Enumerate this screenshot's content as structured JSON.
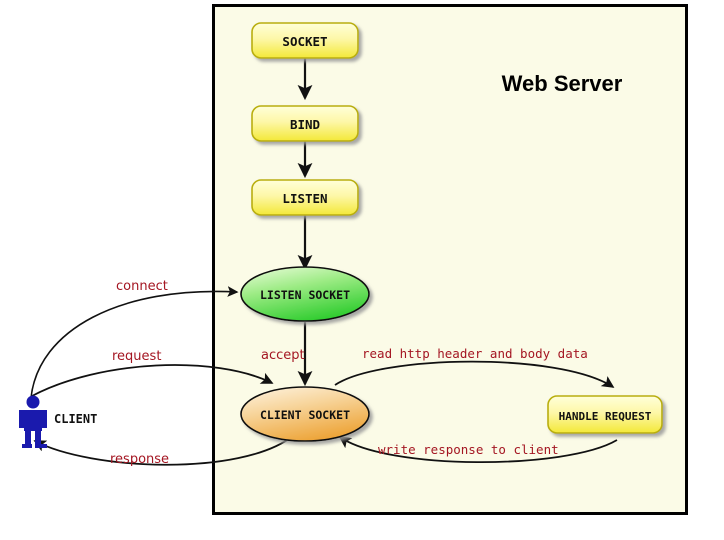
{
  "diagram": {
    "title": "Web Server",
    "frame": {
      "label": "web-server-boundary",
      "fill": "#fbfbe7",
      "stroke": "#000000"
    },
    "actor": {
      "label": "CLIENT",
      "color": "#1a1aad"
    },
    "nodes": [
      {
        "id": "socket",
        "label": "SOCKET",
        "shape": "rounded-rect",
        "fill_top": "#ffffcc",
        "fill_bottom": "#f5ec42"
      },
      {
        "id": "bind",
        "label": "BIND",
        "shape": "rounded-rect",
        "fill_top": "#ffffcc",
        "fill_bottom": "#f5ec42"
      },
      {
        "id": "listen",
        "label": "LISTEN",
        "shape": "rounded-rect",
        "fill_top": "#ffffcc",
        "fill_bottom": "#f5ec42"
      },
      {
        "id": "listen-socket",
        "label": "LISTEN SOCKET",
        "shape": "ellipse",
        "fill_top": "#ddf7cc",
        "fill_bottom": "#3ad13a"
      },
      {
        "id": "client-socket",
        "label": "CLIENT SOCKET",
        "shape": "ellipse",
        "fill_top": "#fae8c4",
        "fill_bottom": "#f0a838"
      },
      {
        "id": "handle-request",
        "label": "HANDLE REQUEST",
        "shape": "rounded-rect",
        "fill_top": "#ffffcc",
        "fill_bottom": "#f5ec42"
      }
    ],
    "edges": [
      {
        "id": "socket-to-bind",
        "label": "",
        "from": "socket",
        "to": "bind"
      },
      {
        "id": "bind-to-listen",
        "label": "",
        "from": "bind",
        "to": "listen"
      },
      {
        "id": "listen-to-listen-socket",
        "label": "",
        "from": "listen",
        "to": "listen-socket"
      },
      {
        "id": "connect",
        "label": "connect",
        "from": "client",
        "to": "listen-socket"
      },
      {
        "id": "accept",
        "label": "accept",
        "from": "listen-socket",
        "to": "client-socket"
      },
      {
        "id": "request",
        "label": "request",
        "from": "client",
        "to": "client-socket"
      },
      {
        "id": "read-http",
        "label": "read http header and body data",
        "from": "client-socket",
        "to": "handle-request"
      },
      {
        "id": "write-response",
        "label": "write response to client",
        "from": "handle-request",
        "to": "client-socket"
      },
      {
        "id": "response",
        "label": "response",
        "from": "client-socket",
        "to": "client"
      }
    ],
    "edge_label_color": "#a41622"
  }
}
